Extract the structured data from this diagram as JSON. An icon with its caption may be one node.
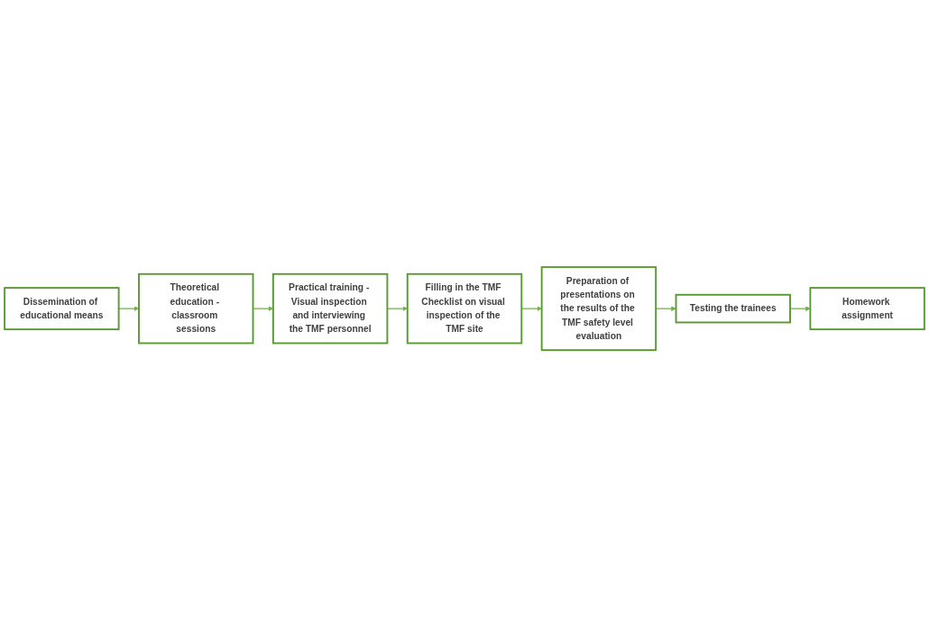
{
  "diagram": {
    "nodes": [
      {
        "text": [
          "Dissemination of educational means"
        ]
      },
      {
        "text": [
          "Theoretical education - classroom sessions"
        ]
      },
      {
        "text": [
          "Practical training - Visual inspection and interviewing the TMF personnel"
        ]
      },
      {
        "text": [
          "Filling in the TMF Checklist on visual inspection of the TMF site"
        ]
      },
      {
        "text": [
          "Preparation of presentations on the results of the TMF safety level evaluation"
        ]
      },
      {
        "text": [
          "Testing the trainees"
        ]
      },
      {
        "text": [
          "Homework assignment"
        ]
      }
    ],
    "edges": [
      {
        "from": 0,
        "to": 1,
        "arrow": "to"
      },
      {
        "from": 1,
        "to": 2,
        "arrow": "to"
      },
      {
        "from": 2,
        "to": 3,
        "arrow": "to"
      },
      {
        "from": 3,
        "to": 4,
        "arrow": "to"
      },
      {
        "from": 4,
        "to": 5,
        "arrow": "to"
      },
      {
        "from": 5,
        "to": 6,
        "arrow": "to"
      }
    ]
  }
}
